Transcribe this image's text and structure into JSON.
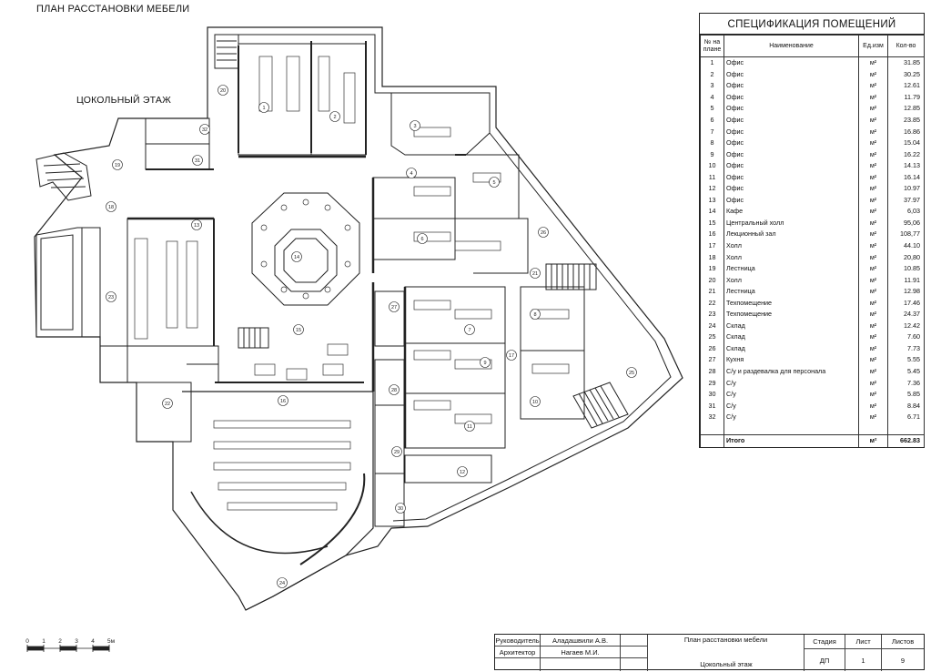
{
  "titles": {
    "plan_title": "ПЛАН РАССТАНОВКИ МЕБЕЛИ",
    "floor_name": "ЦОКОЛЬНЫЙ ЭТАЖ"
  },
  "spec": {
    "caption": "СПЕЦИФИКАЦИЯ ПОМЕЩЕНИЙ",
    "headers": [
      "№ на плане",
      "Наименование",
      "Ед.изм",
      "Кол-во"
    ],
    "rows": [
      [
        "1",
        "Офис",
        "м²",
        "31.85"
      ],
      [
        "2",
        "Офис",
        "м²",
        "30.25"
      ],
      [
        "3",
        "Офис",
        "м²",
        "12.61"
      ],
      [
        "4",
        "Офис",
        "м²",
        "11.79"
      ],
      [
        "5",
        "Офис",
        "м²",
        "12.85"
      ],
      [
        "6",
        "Офис",
        "м²",
        "23.85"
      ],
      [
        "7",
        "Офис",
        "м²",
        "16.86"
      ],
      [
        "8",
        "Офис",
        "м²",
        "15.04"
      ],
      [
        "9",
        "Офис",
        "м²",
        "16.22"
      ],
      [
        "10",
        "Офис",
        "м²",
        "14.13"
      ],
      [
        "11",
        "Офис",
        "м²",
        "16.14"
      ],
      [
        "12",
        "Офис",
        "м²",
        "10.97"
      ],
      [
        "13",
        "Офис",
        "м²",
        "37.97"
      ],
      [
        "14",
        "Кафе",
        "м²",
        "6,03"
      ],
      [
        "15",
        "Центральный холл",
        "м²",
        "95,06"
      ],
      [
        "16",
        "Лекционный зал",
        "м²",
        "108,77"
      ],
      [
        "17",
        "Холл",
        "м²",
        "44.10"
      ],
      [
        "18",
        "Холл",
        "м²",
        "20,80"
      ],
      [
        "19",
        "Лестница",
        "м²",
        "10.85"
      ],
      [
        "20",
        "Холл",
        "м²",
        "11.91"
      ],
      [
        "21",
        "Лестница",
        "м²",
        "12.98"
      ],
      [
        "22",
        "Техпомещение",
        "м²",
        "17.46"
      ],
      [
        "23",
        "Техпомещение",
        "м²",
        "24.37"
      ],
      [
        "24",
        "Склад",
        "м²",
        "12.42"
      ],
      [
        "25",
        "Склад",
        "м²",
        "7.60"
      ],
      [
        "26",
        "Склад",
        "м²",
        "7.73"
      ],
      [
        "27",
        "Кухня",
        "м²",
        "5.55"
      ],
      [
        "28",
        "С/у и раздевалка для персонала",
        "м²",
        "5.45"
      ],
      [
        "29",
        "С/у",
        "м²",
        "7.36"
      ],
      [
        "30",
        "С/у",
        "м²",
        "5.85"
      ],
      [
        "31",
        "С/у",
        "м²",
        "8.84"
      ],
      [
        "32",
        "С/у",
        "м²",
        "6.71"
      ],
      [
        "",
        "",
        "",
        ""
      ]
    ],
    "total": [
      "",
      "Итого",
      "м²",
      "662.83"
    ]
  },
  "stamp": {
    "role1": "Руководитель",
    "name1": "Аладашвили А.В.",
    "role2": "Архитектор",
    "name2": "Нагаев М.И.",
    "doc_title": "План расстановки мебели",
    "doc_subtitle": "Цокольный этаж",
    "stage_label": "Стадия",
    "sheet_label": "Лист",
    "sheets_label": "Листов",
    "stage": "ДП",
    "sheet": "1",
    "sheets": "9"
  },
  "scale": {
    "ticks": [
      "0",
      "1",
      "2",
      "3",
      "4",
      "5м"
    ]
  },
  "room_labels": [
    "1",
    "2",
    "3",
    "4",
    "5",
    "6",
    "7",
    "8",
    "9",
    "10",
    "11",
    "12",
    "13",
    "14",
    "15",
    "16",
    "17",
    "18",
    "19",
    "20",
    "21",
    "22",
    "23",
    "24",
    "25",
    "26",
    "27",
    "28",
    "29",
    "30",
    "31",
    "32"
  ]
}
